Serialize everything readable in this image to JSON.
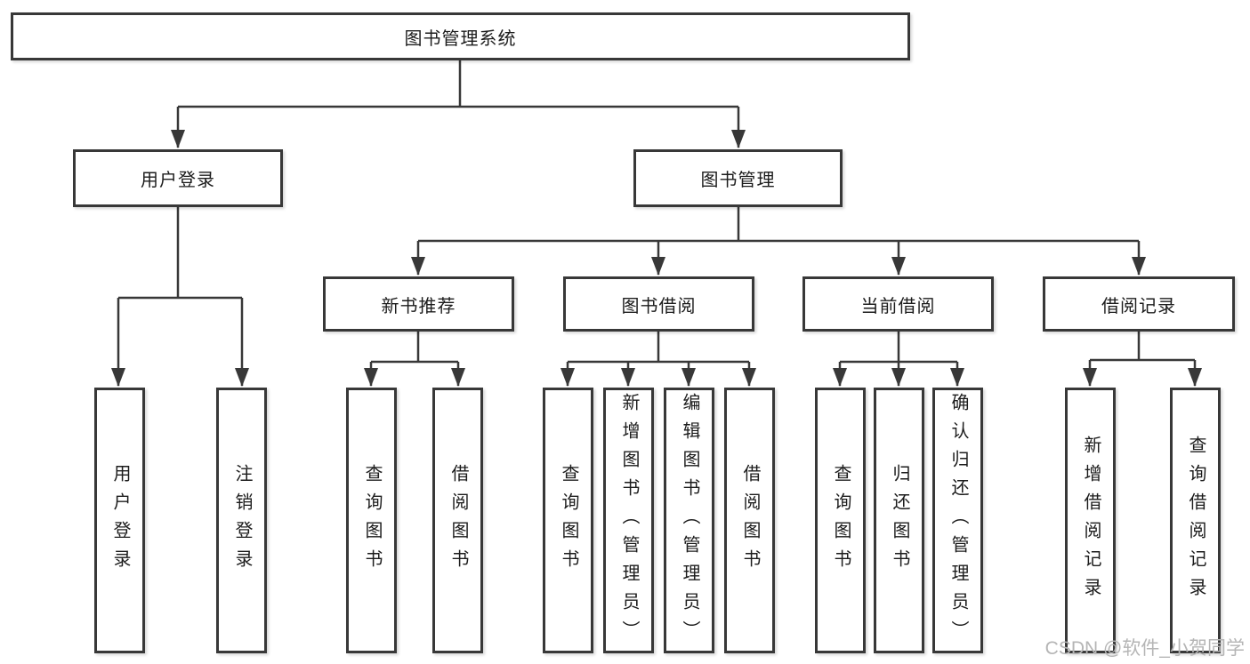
{
  "diagram": {
    "root": {
      "label": "图书管理系统"
    },
    "level2": [
      {
        "label": "用户登录"
      },
      {
        "label": "图书管理"
      }
    ],
    "level3": [
      {
        "label": "新书推荐"
      },
      {
        "label": "图书借阅"
      },
      {
        "label": "当前借阅"
      },
      {
        "label": "借阅记录"
      }
    ],
    "leaves": [
      {
        "label": "用户登录"
      },
      {
        "label": "注销登录"
      },
      {
        "label": "查询图书"
      },
      {
        "label": "借阅图书"
      },
      {
        "label": "查询图书"
      },
      {
        "label": "新增图书（管理员）"
      },
      {
        "label": "编辑图书（管理员）"
      },
      {
        "label": "借阅图书"
      },
      {
        "label": "查询图书"
      },
      {
        "label": "归还图书"
      },
      {
        "label": "确认归还（管理员）"
      },
      {
        "label": "新增借阅记录"
      },
      {
        "label": "查询借阅记录"
      }
    ]
  },
  "watermark": {
    "text": "CSDN @软件_小贺同学"
  },
  "colors": {
    "line": "#383838",
    "text": "#1c1c1c",
    "background": "#ffffff",
    "watermark": "#b5b5b5"
  }
}
